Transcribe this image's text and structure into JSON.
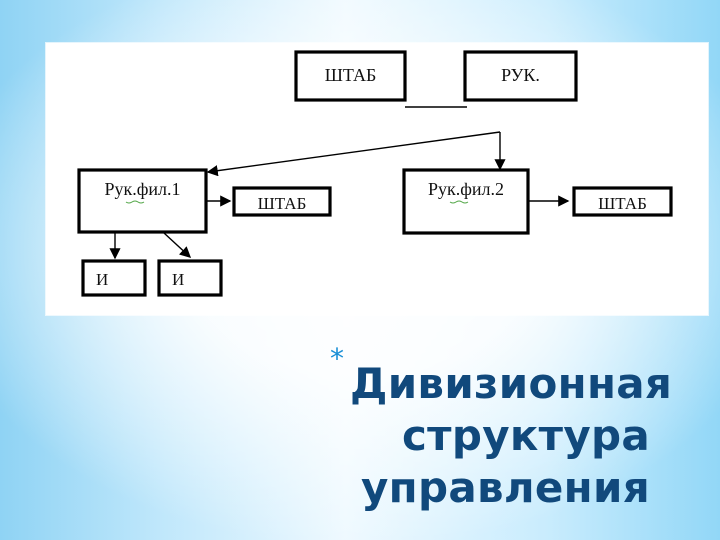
{
  "slide": {
    "title_marker": "*",
    "title": "Дивизионная\nструктура\nуправления"
  },
  "diagram": {
    "top_left_box": "ШТАБ",
    "top_right_box": "РУК.",
    "left_branch_box": "Рук.фил.1",
    "right_branch_box": "Рук.фил.2",
    "left_side_box": "ШТАБ",
    "right_side_box": "ШТАБ",
    "bottom_left_box_1": "И",
    "bottom_left_box_2": "И"
  },
  "colors": {
    "title": "#11497c",
    "marker": "#1a8fd6",
    "accent_squiggle": "#51a646"
  }
}
